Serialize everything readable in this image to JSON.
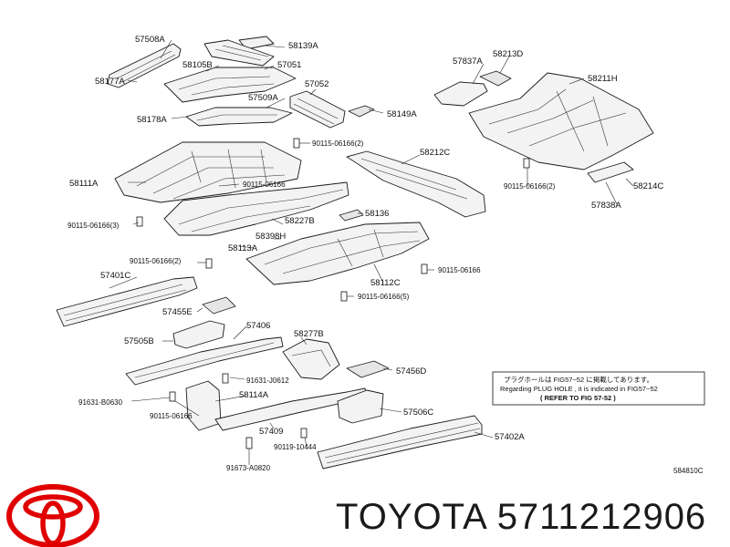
{
  "labels": {
    "p57508A": "57508A",
    "p58139A": "58139A",
    "p58105B": "58105B",
    "p57051": "57051",
    "p58177A": "58177A",
    "p57052": "57052",
    "p57509A": "57509A",
    "p58178A": "58178A",
    "p58149A": "58149A",
    "b90115_06166_2a": "90115-06166(2)",
    "p58111A": "58111A",
    "b90115_06166_a": "90115-06166",
    "b90115_06166_3": "90115-06166(3)",
    "p58227B": "58227B",
    "p58136": "58136",
    "p58398H": "58398H",
    "p58113A": "58113A",
    "b90115_06166_2b": "90115-06166(2)",
    "p58112C": "58112C",
    "b90115_06166_b": "90115-06166",
    "b90115_06166_5": "90115-06166(5)",
    "p57401C": "57401C",
    "p57455E": "57455E",
    "p57406": "57406",
    "p58277B": "58277B",
    "p57505B": "57505B",
    "p57456D": "57456D",
    "b91631_J0612": "91631-J0612",
    "b91631_B0630": "91631-B0630",
    "p58114A": "58114A",
    "b90115_06166_c": "90115-06166",
    "p57506C": "57506C",
    "p57409": "57409",
    "b90119_10444": "90119-10444",
    "p57402A": "57402A",
    "b91673_A0820": "91673-A0820",
    "p57837A": "57837A",
    "p58213D": "58213D",
    "p58211H": "58211H",
    "p58212C": "58212C",
    "b90115_06166_2c": "90115-06166(2)",
    "p58214C": "58214C",
    "p57838A": "57838A",
    "code": "584810C"
  },
  "note": {
    "line1": "プラグホールは FIG57−52 に掲載してあります。",
    "line2": "Regarding PLUG HOLE , it is indicated in FIG57−52",
    "line3": "(   REFER TO FIG 57-52   )"
  },
  "brand": {
    "name": "TOYOTA",
    "part_number": "5711212906",
    "logo_color": "#e00000"
  }
}
